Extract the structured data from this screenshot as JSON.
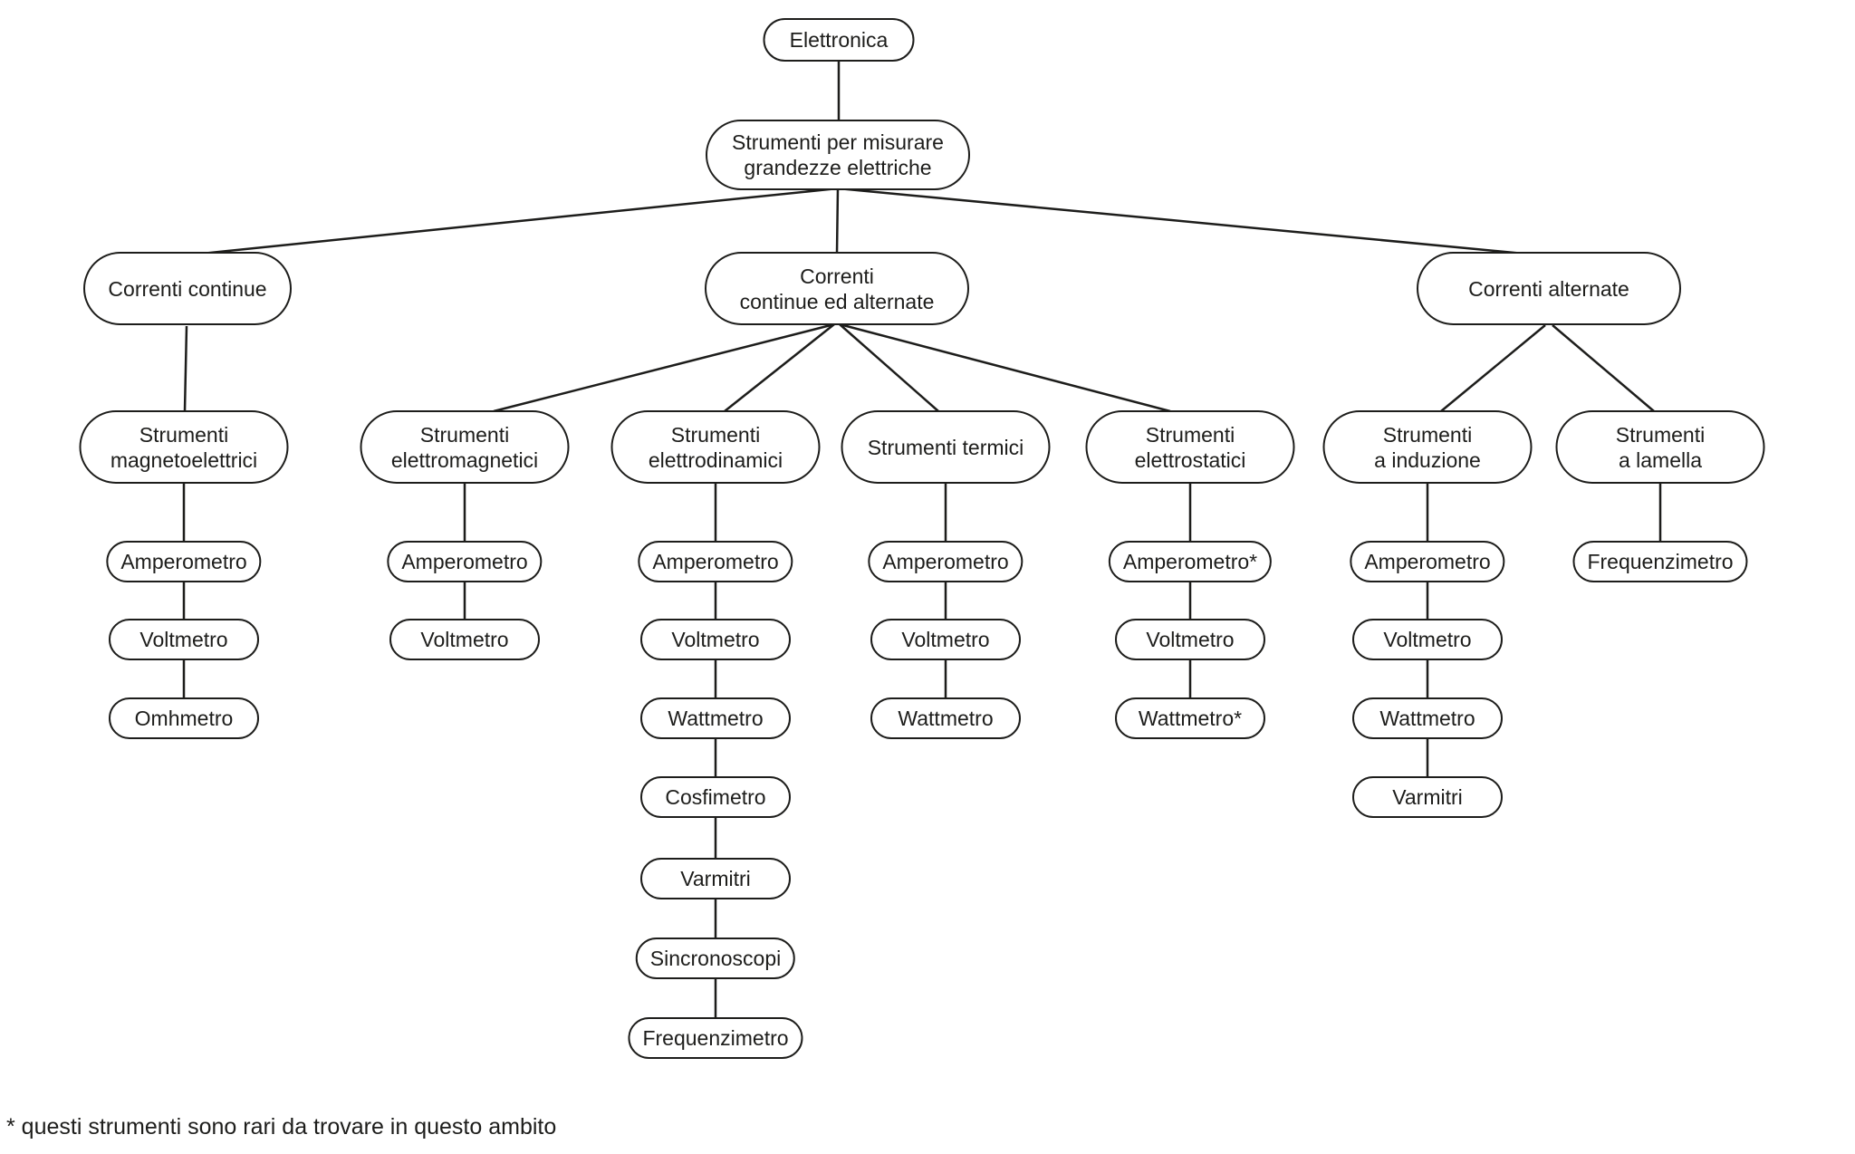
{
  "footnote": "* questi strumenti sono rari da trovare in questo ambito",
  "colors": {
    "line": "#1d1d1b",
    "background": "#ffffff",
    "text": "#1d1d1b"
  },
  "tree": {
    "root": "Elettronica",
    "level1": "Strumenti per misurare\ngrandezze elettriche",
    "branches": [
      {
        "label": "Correnti continue",
        "groups": [
          {
            "label": "Strumenti\nmagnetoelettrici",
            "instruments": [
              "Amperometro",
              "Voltmetro",
              "Omhmetro"
            ]
          }
        ]
      },
      {
        "label": "Correnti\ncontinue ed alternate",
        "groups": [
          {
            "label": "Strumenti\nelettromagnetici",
            "instruments": [
              "Amperometro",
              "Voltmetro"
            ]
          },
          {
            "label": "Strumenti\nelettrodinamici",
            "instruments": [
              "Amperometro",
              "Voltmetro",
              "Wattmetro",
              "Cosfimetro",
              "Varmitri",
              "Sincronoscopi",
              "Frequenzimetro"
            ]
          },
          {
            "label": "Strumenti termici",
            "instruments": [
              "Amperometro",
              "Voltmetro",
              "Wattmetro"
            ]
          },
          {
            "label": "Strumenti\nelettrostatici",
            "instruments": [
              "Amperometro*",
              "Voltmetro",
              "Wattmetro*"
            ]
          }
        ]
      },
      {
        "label": "Correnti alternate",
        "groups": [
          {
            "label": "Strumenti\na induzione",
            "instruments": [
              "Amperometro",
              "Voltmetro",
              "Wattmetro",
              "Varmitri"
            ]
          },
          {
            "label": "Strumenti\na lamella",
            "instruments": [
              "Frequenzimetro"
            ]
          }
        ]
      }
    ]
  }
}
